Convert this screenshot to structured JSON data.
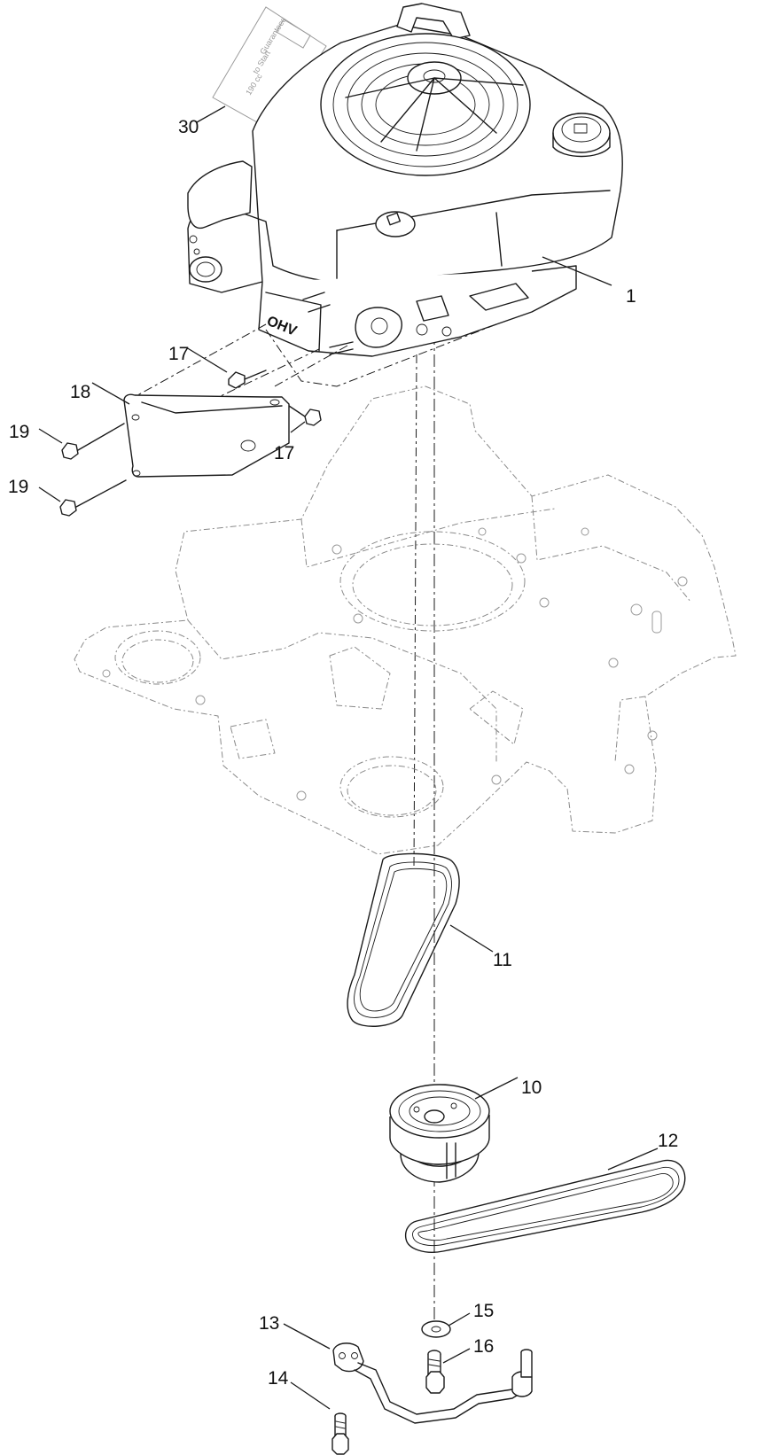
{
  "diagram": {
    "callouts": {
      "c30": "30",
      "c1": "1",
      "c17a": "17",
      "c17b": "17",
      "c18": "18",
      "c19a": "19",
      "c19b": "19",
      "c11": "11",
      "c10": "10",
      "c12": "12",
      "c15": "15",
      "c13": "13",
      "c16": "16",
      "c14": "14"
    },
    "engine_stamp": "OHV"
  }
}
